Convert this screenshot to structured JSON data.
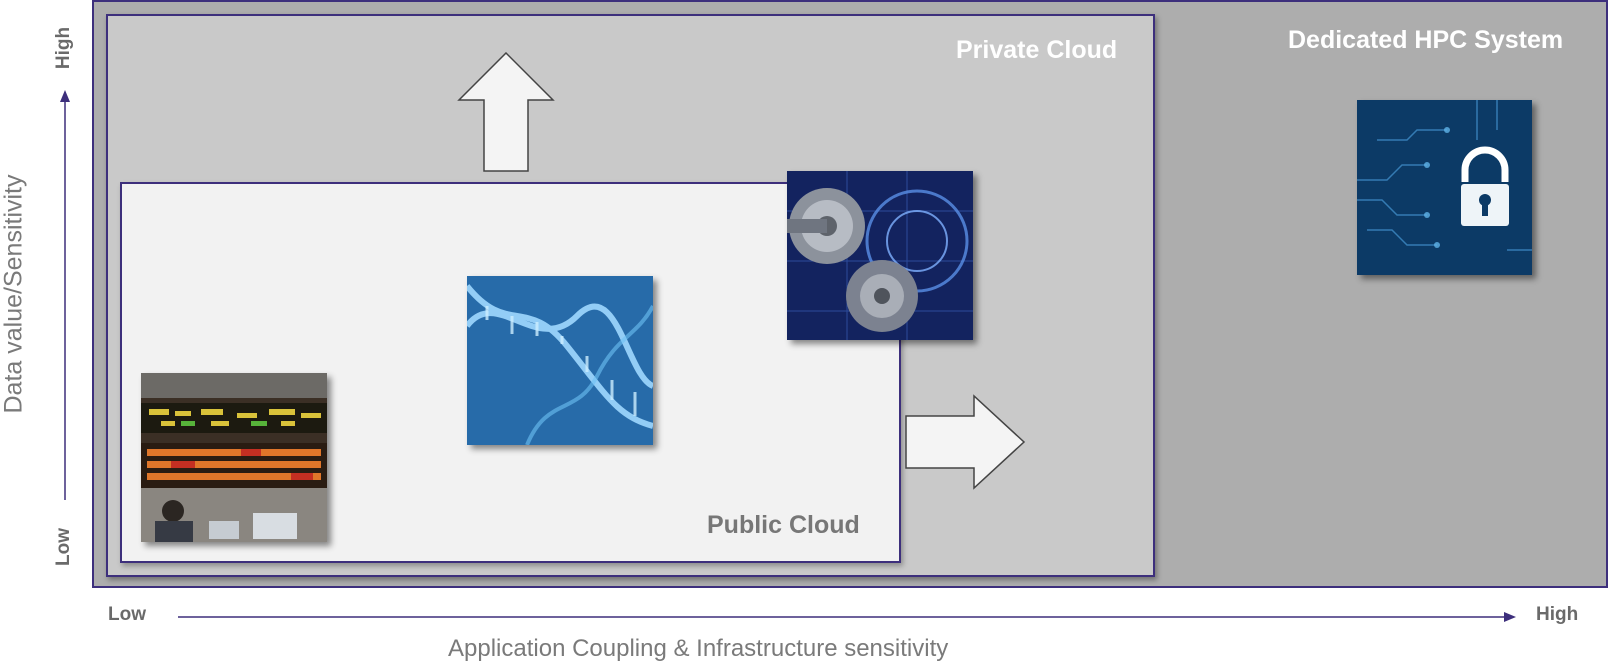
{
  "regions": {
    "hpc": "Dedicated HPC System",
    "private": "Private Cloud",
    "public": "Public Cloud"
  },
  "y_axis": {
    "title": "Data value/Sensitivity",
    "low": "Low",
    "high": "High"
  },
  "x_axis": {
    "title": "Application Coupling & Infrastructure sensitivity",
    "low": "Low",
    "high": "High"
  },
  "images": [
    "stock-exchange-image",
    "dna-image",
    "gears-image",
    "lock-image"
  ],
  "colors": {
    "border": "#3d2f7c",
    "hpc": "#adadad",
    "private": "#c9c9c9",
    "public": "#f2f2f2"
  }
}
